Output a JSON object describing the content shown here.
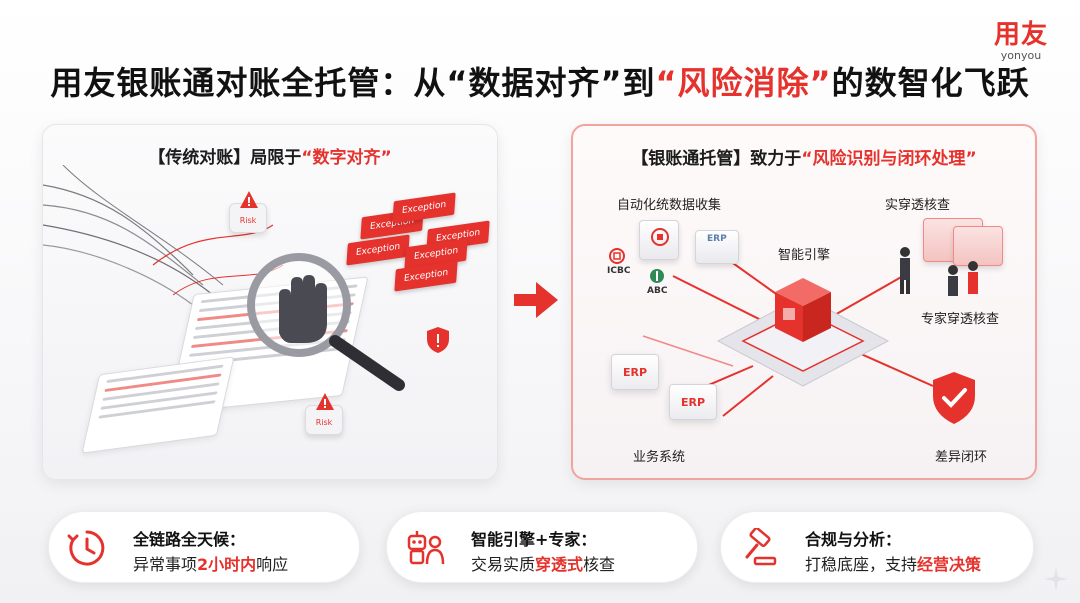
{
  "brand": {
    "logo_text": "用友",
    "sub_text": "yonyou"
  },
  "title": {
    "prefix": "用友银账通对账全托管：从",
    "q1": "“数据对齐”",
    "middle": "到",
    "q2": "“风险消除”",
    "suffix": "的数智化飞跃"
  },
  "left_panel": {
    "title_prefix": "【传统对账】局限于",
    "title_highlight": "“数字对齐”",
    "exception_label": "Exception",
    "risk_label": "Risk"
  },
  "right_panel": {
    "title_prefix": "【银账通托管】致力于",
    "title_highlight": "“风险识别与闭环处理”",
    "labels": {
      "auto_collect": "自动化统数据收集",
      "engine": "智能引擎",
      "penetration": "实穿透核查",
      "expert": "专家穿透核查",
      "business": "业务系统",
      "diff_close": "差异闭环"
    },
    "bank_icbc": "ICBC",
    "bank_abc": "ABC",
    "erp_label": "ERP"
  },
  "cards": [
    {
      "title": "全链路全天候：",
      "text_prefix": "异常事项",
      "text_highlight": "2小时内",
      "text_suffix": "响应",
      "icon": "clock-icon"
    },
    {
      "title": "智能引擎+专家：",
      "text_prefix": "交易实质",
      "text_highlight": "穿透式",
      "text_suffix": "核查",
      "icon": "robot-expert-icon"
    },
    {
      "title": "合规与分析：",
      "text_prefix": "打稳底座，支持",
      "text_highlight": "经营决策",
      "text_suffix": "",
      "icon": "gavel-icon"
    }
  ],
  "colors": {
    "accent": "#e5322d",
    "text": "#111111",
    "panel_border": "#f1a3a0"
  }
}
